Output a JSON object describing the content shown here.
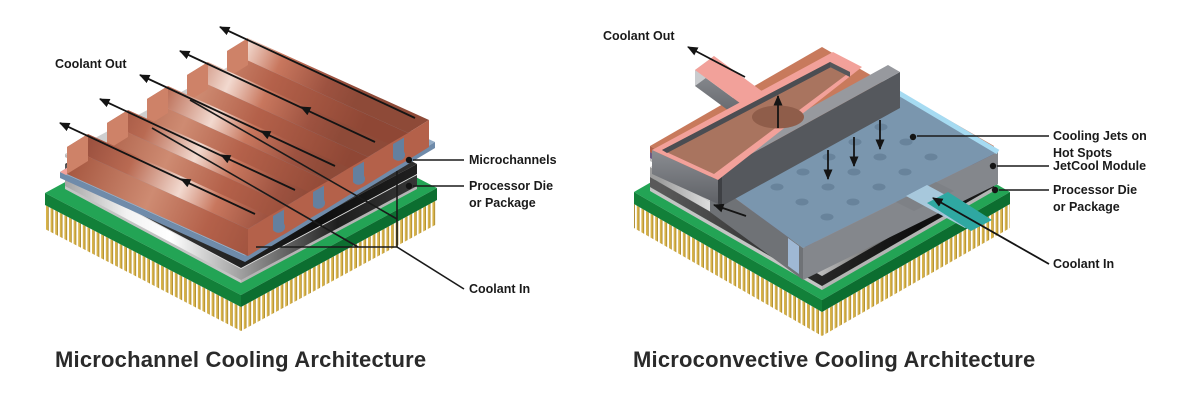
{
  "left_panel": {
    "title": "Microchannel Cooling Architecture",
    "labels": {
      "coolant_out": "Coolant Out",
      "microchannels": "Microchannels",
      "processor_die_line1": "Processor Die",
      "processor_die_line2": "or Package",
      "coolant_in": "Coolant In"
    }
  },
  "right_panel": {
    "title": "Microconvective Cooling Architecture",
    "labels": {
      "coolant_out": "Coolant Out",
      "cooling_jets_line1": "Cooling Jets on",
      "cooling_jets_line2": "Hot Spots",
      "jetcool_module": "JetCool Module",
      "processor_die_line1": "Processor Die",
      "processor_die_line2": "or Package",
      "coolant_in": "Coolant In"
    }
  },
  "colors": {
    "pcb_green_top": "#23A455",
    "pcb_green_left": "#128039",
    "pcb_green_right": "#0C6E30",
    "pin_gold": "#D8B348",
    "copper_front": "#B4614A",
    "copper_cap_light": "#CE8268",
    "blue_plate": "#93ACC6",
    "blue_plate_side": "#6F8BAA",
    "channel_blue": "#7E99B8",
    "channel_shadow": "#6E5E8C",
    "u_port_blue": "#64809F",
    "pink": "#F2A19A",
    "jet_plate_blue": "#7A96AE",
    "jet_dot": "#68839B",
    "cyan_edge": "#A6DBF2",
    "module_gray_left": "#6F7276",
    "module_gray_right": "#84878C",
    "notch_gray": "#7E8186",
    "ridge_top": "#97999E",
    "ridge_side": "#55585D",
    "ridge_dark": "#3E4044",
    "manifold_brown": "#A9745F",
    "hole_brown": "#8F5D4A",
    "teal": "#2FA8A2",
    "inlet_blue": "#AACBE0",
    "window_blue": "#9FB8D4",
    "purple_left": "#6E5A83",
    "purple_right": "#5E4C72",
    "purple_top": "#7B6690",
    "copper_strip_left": "#B06048",
    "copper_strip_right": "#C0684A",
    "copper_strip_top": "#C87A5C",
    "thin_gray": "#D8D8D8",
    "ink": "#1a1a1a"
  }
}
